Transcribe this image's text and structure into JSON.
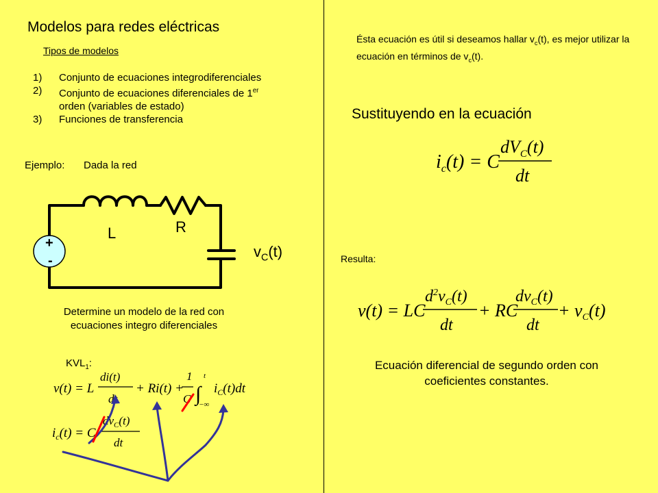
{
  "left": {
    "title": "Modelos para redes eléctricas",
    "subtitle": "Tipos de modelos",
    "list": [
      {
        "num": "1)",
        "text": "Conjunto de ecuaciones integrodiferenciales"
      },
      {
        "num": "2)",
        "text_a": "Conjunto de ecuaciones diferenciales de 1",
        "sup": "er",
        "text_b": "orden (variables de estado)"
      },
      {
        "num": "3)",
        "text": "Funciones de transferencia"
      }
    ],
    "example_label": "Ejemplo:",
    "example_text": "Dada la red",
    "circuit": {
      "inductor": "L",
      "resistor": "R",
      "vc_main": "v",
      "vc_sub": "C",
      "vc_tail": "(t)",
      "plus": "+",
      "minus": "-"
    },
    "determine": "Determine un modelo de la red con ecuaciones integro diferenciales",
    "kvl_main": "KVL",
    "kvl_sub": "1",
    "kvl_colon": ":",
    "eq_kvl": {
      "lhs": "v(t) = L",
      "num1": "di(t)",
      "den1": "dt",
      "mid": "+ Ri(t) +",
      "num2": "1",
      "den2": "C",
      "int_upper": "t",
      "int_lower": "−∞",
      "tail": "i",
      "tail_sub": "C",
      "tail_end": "(t)dt"
    },
    "eq_ic": {
      "lhs": "i",
      "lhs_sub": "c",
      "lhs_end": "(t) = C",
      "num": "dv",
      "num_sub": "C",
      "num_end": "(t)",
      "den": "dt"
    }
  },
  "right": {
    "note_1": "Ésta ecuación es útil si deseamos hallar v",
    "note_sub1": "c",
    "note_2": "(t), es mejor utilizar la ecuación en términos de v",
    "note_sub2": "c",
    "note_3": "(t).",
    "heading": "Sustituyendo en la ecuación",
    "eq1": {
      "lhs": "i",
      "lhs_sub": "c",
      "lhs_end": "(t) = C",
      "num": "dV",
      "num_sub": "C",
      "num_end": "(t)",
      "den": "dt"
    },
    "resulta": "Resulta:",
    "eq2": {
      "lhs": "v(t) = LC",
      "num1": "d",
      "num1_sup": "2",
      "num1_b": "v",
      "num1_sub": "C",
      "num1_end": "(t)",
      "den1": "dt",
      "mid": "+ RC",
      "num2": "dv",
      "num2_sub": "C",
      "num2_end": "(t)",
      "den2": "dt",
      "tail": "+ v",
      "tail_sub": "C",
      "tail_end": "(t)"
    },
    "conclusion": "Ecuación diferencial de segundo orden con coeficientes constantes."
  },
  "colors": {
    "background": "#ffff66",
    "arrows": "#333399",
    "strike": "#ff0000",
    "source": "#ccffff"
  }
}
